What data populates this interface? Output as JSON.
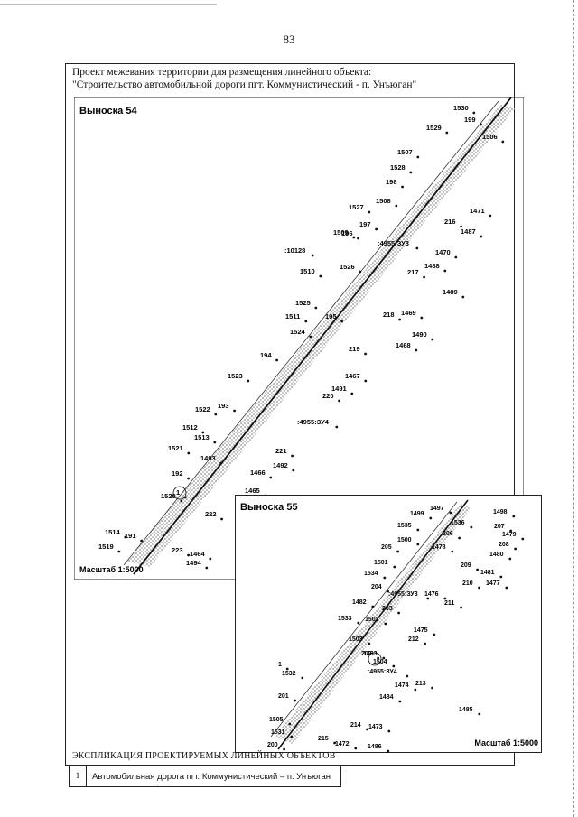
{
  "page_number": "83",
  "title_line1": "Проект межевания территории для размещения линейного объекта:",
  "title_line2": "\"Строительство автомобильной дороги пгт. Коммунистический - п. Унъюган\"",
  "callout54": {
    "title": "Выноска 54",
    "scale": "Масштаб 1:5000",
    "labels": [
      "1530",
      "199",
      "1529",
      "1506",
      "1507",
      "1528",
      "198",
      "1471",
      "216",
      "1487",
      "1527",
      "1508",
      "197",
      "1470",
      "1509",
      "196",
      ":10128",
      ":4955:ЗУ3",
      "1488",
      "217",
      "1526",
      "1510",
      "1489",
      "218",
      "1469",
      "1525",
      "195",
      "1511",
      "1490",
      "1524",
      "219",
      "1468",
      "194",
      "1467",
      "1491",
      "220",
      "1523",
      ":4955:ЗУ4",
      "1522",
      "193",
      "1512",
      "1513",
      "221",
      "1492",
      "1521",
      "1493",
      "1466",
      "192",
      "1465",
      "1520",
      "1",
      "222",
      "1514",
      "191",
      "1519",
      "223",
      "1464",
      "1494"
    ]
  },
  "inset55": {
    "title": "Выноска 55",
    "scale": "Масштаб 1:5000",
    "labels": [
      "1497",
      "1498",
      "1499",
      "1536",
      "207",
      "1535",
      "206",
      "1479",
      "1500",
      "208",
      "205",
      "1478",
      "1480",
      "1501",
      "209",
      "1481",
      "1534",
      "210",
      "1477",
      "204",
      ":4955:ЗУ3",
      "1476",
      "211",
      "1482",
      "1502",
      "203",
      "1475",
      "1533",
      "1503",
      "212",
      "1483",
      "202",
      "1",
      "1504",
      ":4955:ЗУ4",
      "213",
      "1474",
      "1532",
      "1484",
      "201",
      "1485",
      "1505",
      "214",
      "1473",
      "1531",
      "215",
      "200",
      "1472",
      "1486"
    ]
  },
  "explication": {
    "title": "ЭКСПЛИКАЦИЯ ПРОЕКТИРУЕМЫХ ЛИНЕЙНЫХ ОБЪЕКТОВ",
    "row_number": "1",
    "row_name": "Автомобильная дорога пгт. Коммунистический – п. Унъюган"
  }
}
